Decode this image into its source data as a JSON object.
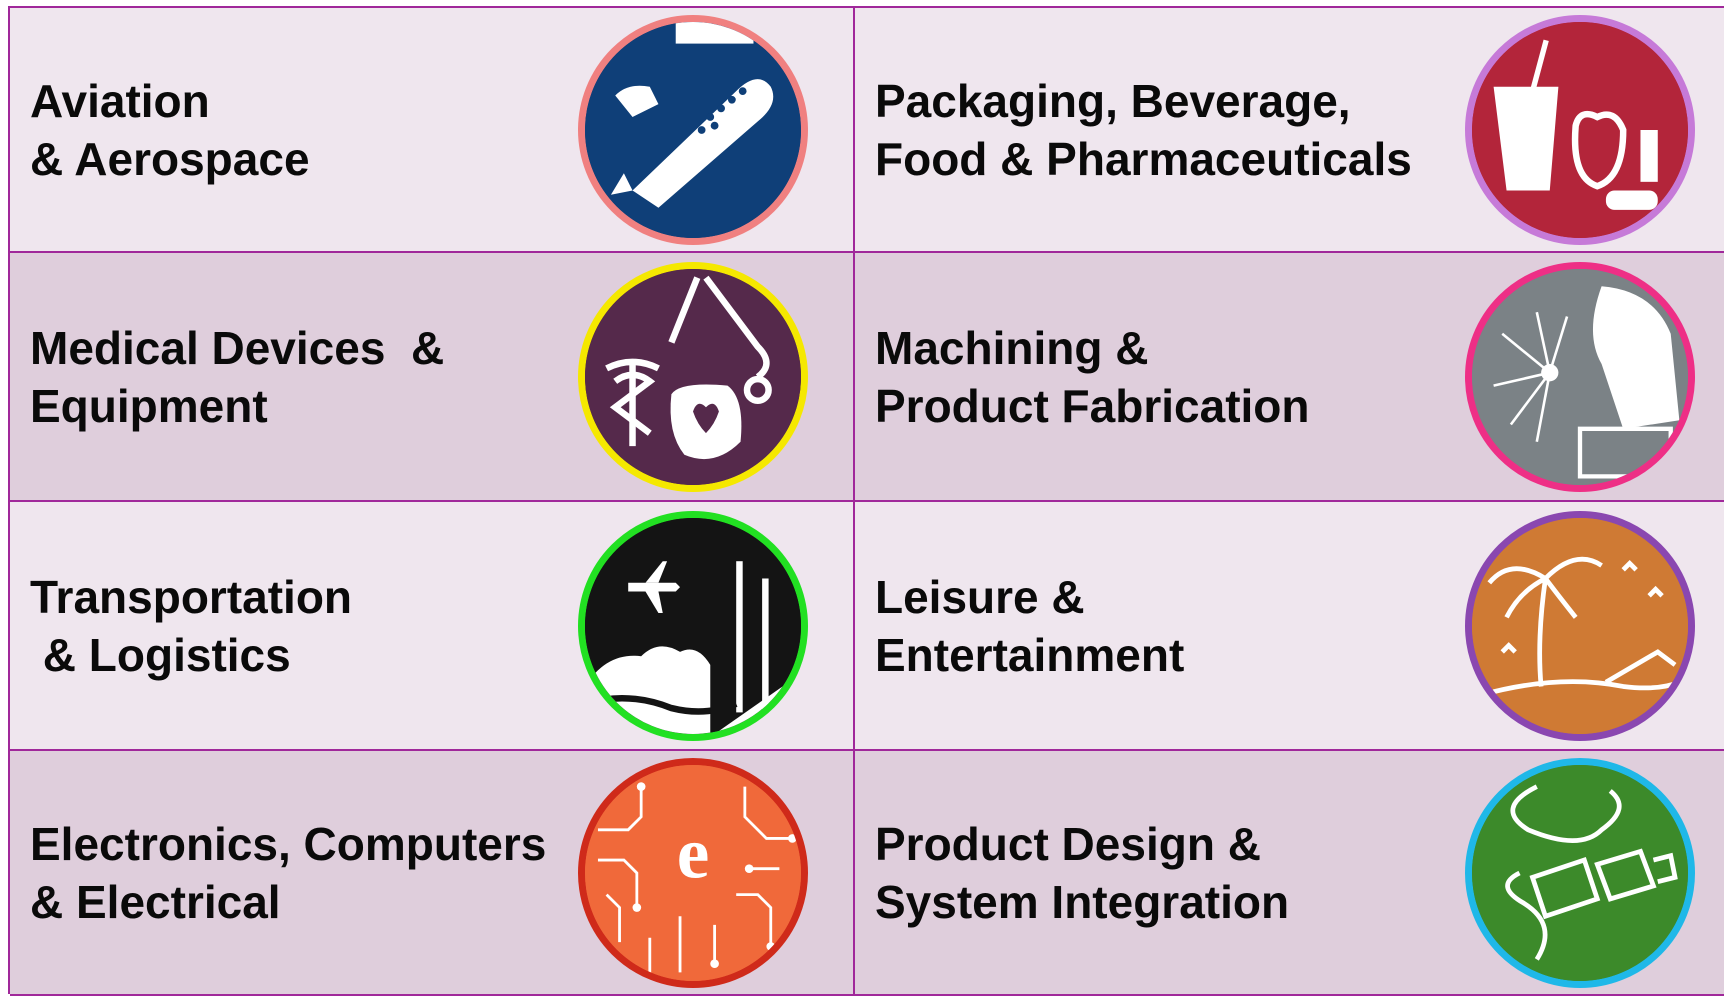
{
  "rows": [
    {
      "left": {
        "label": "Aviation\n& Aerospace",
        "icon": "airplane-icon",
        "fill": "#0f3f78",
        "ring": "#f08080"
      },
      "right": {
        "label": "Packaging, Beverage,\nFood & Pharmaceuticals",
        "icon": "apple-cup-icon",
        "fill": "#b3253a",
        "ring": "#c67ad8"
      }
    },
    {
      "left": {
        "label": "Medical Devices  &\nEquipment",
        "icon": "caduceus-icon",
        "fill": "#55294b",
        "ring": "#f5e800"
      },
      "right": {
        "label": "Machining &\nProduct Fabrication",
        "icon": "welder-icon",
        "fill": "#7b8286",
        "ring": "#ee2f86"
      }
    },
    {
      "left": {
        "label": "Transportation\n & Logistics",
        "icon": "plane-bridge-icon",
        "fill": "#141414",
        "ring": "#22e022"
      },
      "right": {
        "label": "Leisure &\nEntertainment",
        "icon": "palm-tree-icon",
        "fill": "#cf7a34",
        "ring": "#8a47b0"
      }
    },
    {
      "left": {
        "label": "Electronics, Computers\n& Electrical",
        "icon": "circuit-icon",
        "fill": "#f0693a",
        "ring": "#cf2a1a"
      },
      "right": {
        "label": "Product Design &\nSystem Integration",
        "icon": "usb-plug-icon",
        "fill": "#3c8a2a",
        "ring": "#1fb8e8"
      }
    }
  ]
}
